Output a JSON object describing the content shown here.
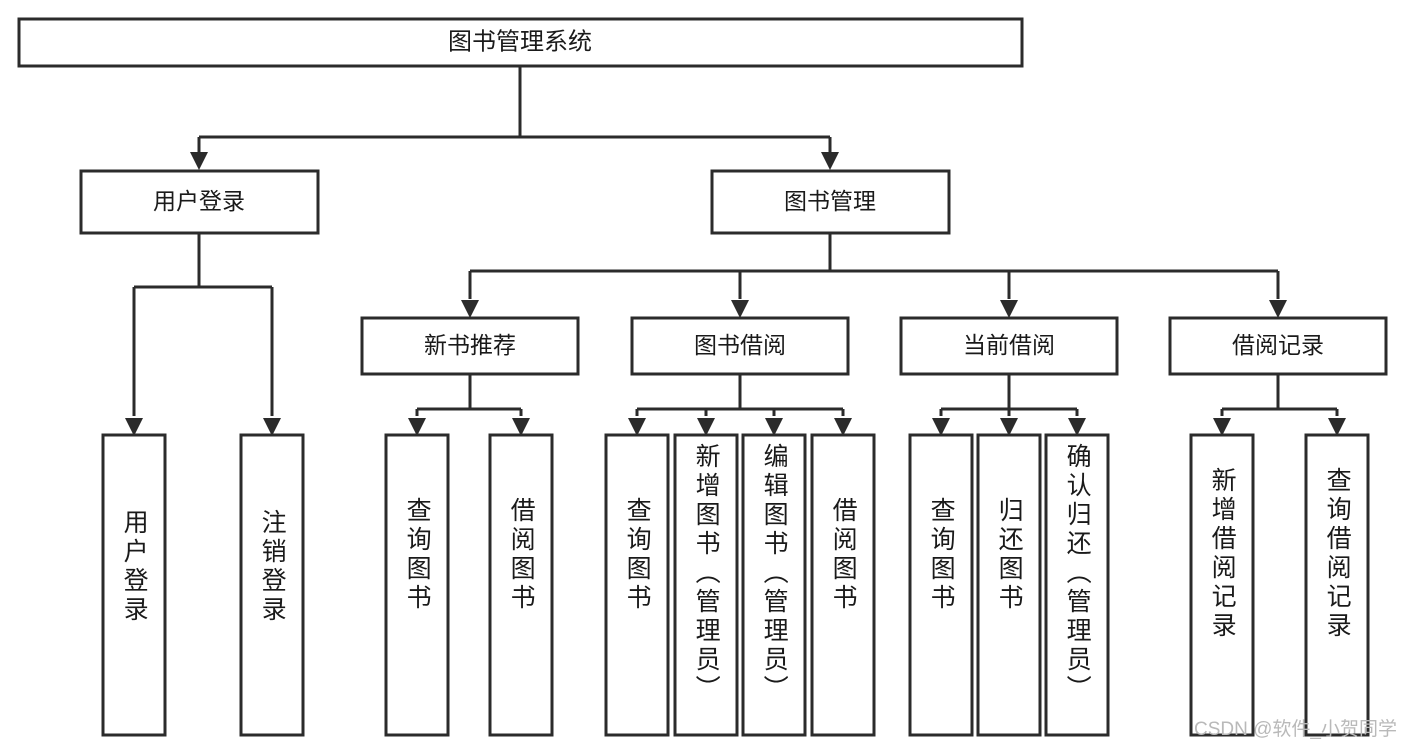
{
  "diagram": {
    "type": "tree-hierarchy",
    "title": "图书管理系统",
    "orientation": "top-down",
    "colors": {
      "stroke": "#2b2b2b",
      "fill": "#ffffff",
      "text": "#1a1a1a",
      "watermark": "#b9b9b9",
      "background": "#ffffff"
    },
    "nodes": {
      "root": {
        "label": "图书管理系统"
      },
      "level2": [
        {
          "id": "user-login",
          "label": "用户登录"
        },
        {
          "id": "book-management",
          "label": "图书管理"
        }
      ],
      "level3": [
        {
          "id": "new-book-recommend",
          "label": "新书推荐"
        },
        {
          "id": "book-borrow",
          "label": "图书借阅"
        },
        {
          "id": "current-borrow",
          "label": "当前借阅"
        },
        {
          "id": "borrow-record",
          "label": "借阅记录"
        }
      ],
      "leaves": {
        "user-login": [
          {
            "id": "leaf-user-login",
            "label": "用户登录"
          },
          {
            "id": "leaf-logout-login",
            "label": "注销登录"
          }
        ],
        "new-book-recommend": [
          {
            "id": "leaf-query-book-1",
            "label": "查询图书"
          },
          {
            "id": "leaf-borrow-book-1",
            "label": "借阅图书"
          }
        ],
        "book-borrow": [
          {
            "id": "leaf-query-book-2",
            "label": "查询图书"
          },
          {
            "id": "leaf-add-book-admin",
            "label": "新增图书（管理员）"
          },
          {
            "id": "leaf-edit-book-admin",
            "label": "编辑图书（管理员）"
          },
          {
            "id": "leaf-borrow-book-2",
            "label": "借阅图书"
          }
        ],
        "current-borrow": [
          {
            "id": "leaf-query-book-3",
            "label": "查询图书"
          },
          {
            "id": "leaf-return-book",
            "label": "归还图书"
          },
          {
            "id": "leaf-confirm-return-admin",
            "label": "确认归还（管理员）"
          }
        ],
        "borrow-record": [
          {
            "id": "leaf-add-borrow-record",
            "label": "新增借阅记录"
          },
          {
            "id": "leaf-query-borrow-record",
            "label": "查询借阅记录"
          }
        ]
      }
    },
    "watermark": "CSDN @软件_小贺同学"
  }
}
